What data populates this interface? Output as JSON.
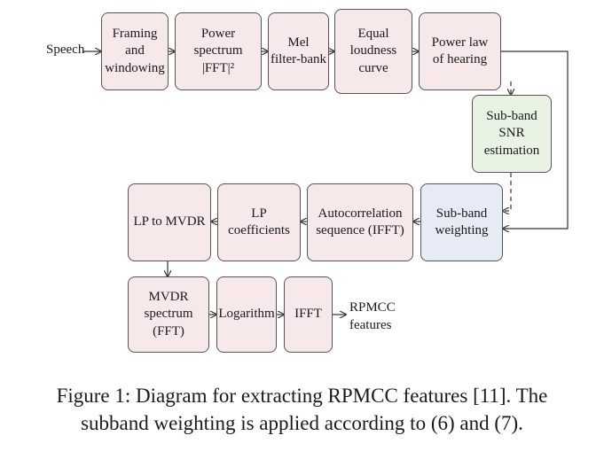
{
  "diagram": {
    "input_label": "Speech",
    "output_label": "RPMCC\nfeatures",
    "boxes": {
      "framing": "Framing and\nwindowing",
      "power_spectrum": "Power spectrum\n|FFT|²",
      "mel": "Mel\nfilter-bank",
      "equal_loudness": "Equal\nloudness\ncurve",
      "power_law": "Power law\nof hearing",
      "snr": "Sub-band\nSNR\nestimation",
      "subband_weighting": "Sub-band\nweighting",
      "autocorrelation": "Autocorrelation\nsequence (IFFT)",
      "lp_coefficients": "LP coefficients",
      "lp_to_mvdr": "LP to MVDR",
      "mvdr": "MVDR\nspectrum (FFT)",
      "logarithm": "Logarithm",
      "ifft": "IFFT"
    }
  },
  "caption": "Figure 1: Diagram for extracting RPMCC features [11]. The\nsubband weighting is applied according to (6) and (7)."
}
